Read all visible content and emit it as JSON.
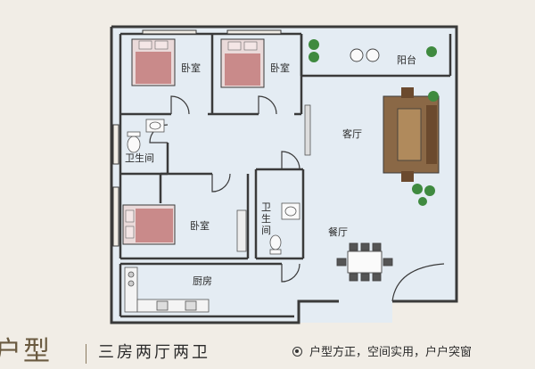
{
  "rooms": {
    "bedroom_1": "卧室",
    "bedroom_2": "卧室",
    "bedroom_3": "卧室",
    "bathroom_1": "卫生间",
    "bathroom_2": "卫生间",
    "living_room": "客厅",
    "dining_room": "餐厅",
    "kitchen": "厨房",
    "balcony": "阳台"
  },
  "footer": {
    "unit_type": "户型",
    "layout_summary": "三房两厅两卫",
    "features": "户型方正，空间实用，户户突窗",
    "feature_icon": "target-bullet-icon"
  },
  "colors": {
    "wall": "#3a3a3a",
    "floor": "#e6edf4",
    "bed": "#c98a8a",
    "sofa": "#6b4a2e",
    "plant": "#3f8a3f"
  }
}
